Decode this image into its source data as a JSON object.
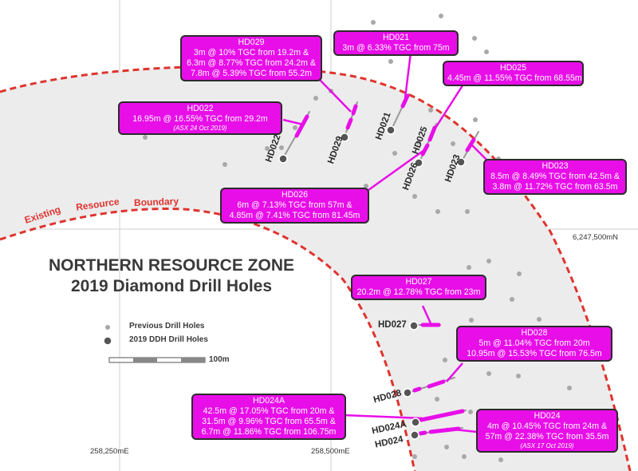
{
  "map": {
    "title_line1": "NORTHERN RESOURCE ZONE",
    "title_line2": "2019 Diamond Drill Holes",
    "boundary_words": [
      "Existing",
      "Resource",
      "Boundary"
    ],
    "legend": {
      "previous_label": "Previous Drill Holes",
      "ddh_label": "2019 DDH Drill Holes",
      "scale_label": "100m"
    },
    "coords": {
      "northing": "6,247,500mN",
      "easting_left": "258,250mE",
      "easting_right": "258,500mE"
    },
    "colors": {
      "callout_fill": "#e80ee8",
      "boundary": "#e0332e",
      "resource_fill": "#ececec",
      "ddh_collar": "#555555",
      "previous_hole": "#a8a8a8"
    },
    "holes": [
      {
        "id": "HD022",
        "label": "HD022"
      },
      {
        "id": "HD029",
        "label": "HD029"
      },
      {
        "id": "HD021",
        "label": "HD021"
      },
      {
        "id": "HD026",
        "label": "HD026"
      },
      {
        "id": "HD025",
        "label": "HD025"
      },
      {
        "id": "HD023",
        "label": "HD023"
      },
      {
        "id": "HD027",
        "label": "HD027"
      },
      {
        "id": "HD028",
        "label": "HD028"
      },
      {
        "id": "HD024A",
        "label": "HD024A"
      },
      {
        "id": "HD024",
        "label": "HD024"
      }
    ],
    "callouts": {
      "hd029": {
        "title": "HD029",
        "lines": [
          "3m @ 10% TGC from 19.2m &",
          "6.3m @ 8.77% TGC from 24.2m &",
          "7.8m @ 5.39% TGC from 55.2m"
        ]
      },
      "hd021": {
        "title": "HD021",
        "lines": [
          "3m @ 6.33% TGC from 75m"
        ]
      },
      "hd025": {
        "title": "HD025",
        "lines": [
          "4.45m @ 11.55% TGC from 68.55m"
        ]
      },
      "hd022": {
        "title": "HD022",
        "lines": [
          "16.95m @ 16.55% TGC from 29.2m"
        ],
        "note": "(ASX 24 Oct 2019)"
      },
      "hd023": {
        "title": "HD023",
        "lines": [
          "8.5m @ 8.49% TGC from 42.5m &",
          "3.8m @ 11.72% TGC from 63.5m"
        ]
      },
      "hd026": {
        "title": "HD026",
        "lines": [
          "6m @ 7.13% TGC from 57m &",
          "4.85m @ 7.41% TGC from 81.45m"
        ]
      },
      "hd027": {
        "title": "HD027",
        "lines": [
          "20.2m @ 12.78% TGC from 23m"
        ]
      },
      "hd028": {
        "title": "HD028",
        "lines": [
          "5m @ 11.04% TGC from 20m",
          "10.95m @ 15.53% TGC from 76.5m"
        ]
      },
      "hd024a": {
        "title": "HD024A",
        "lines": [
          "42.5m @ 17.05% TGC from 20m &",
          "31.5m @ 9.96% TGC from 65.5m &",
          "6.7m @ 11.86% TGC from 106.75m"
        ]
      },
      "hd024": {
        "title": "HD024",
        "lines": [
          "4m @ 10.45% TGC from 24m &",
          "57m @ 22.38% TGC from 35.5m"
        ],
        "note": "(ASX 17 Oct 2019)"
      }
    }
  }
}
